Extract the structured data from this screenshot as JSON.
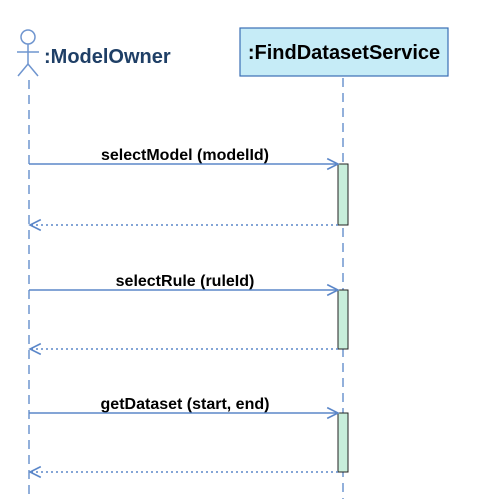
{
  "lifelines": {
    "actor": {
      "label": ":ModelOwner",
      "icon": "stick-figure-icon"
    },
    "service": {
      "label": ":FindDatasetService"
    }
  },
  "messages": [
    {
      "label": "selectModel (modelId)"
    },
    {
      "label": "selectRule (ruleId)"
    },
    {
      "label": "getDataset (start, end)"
    }
  ],
  "colors": {
    "lifeline": "#6f95cf",
    "arrow": "#5b87c9",
    "actor_text": "#1f3f66",
    "service_fill": "#c6ecf7",
    "service_border": "#3a6fb5",
    "activation_fill": "#c8eedb",
    "activation_border": "#222222"
  }
}
